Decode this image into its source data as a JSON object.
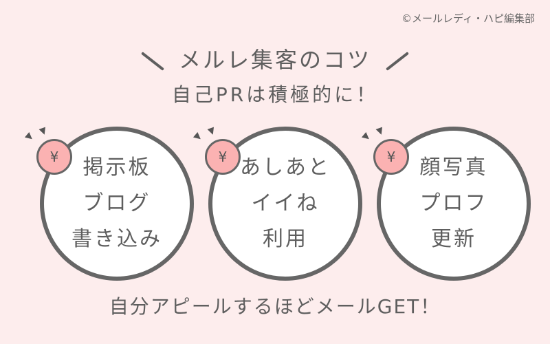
{
  "credit": "©メールレディ・ハピ編集部",
  "title": "メルレ集客のコツ",
  "subtitle": "自己PRは積極的に！",
  "badge_symbol": "¥",
  "cards": [
    {
      "lines": [
        "掲示板",
        "ブログ",
        "書き込み"
      ]
    },
    {
      "lines": [
        "あしあと",
        "イイね",
        "利用"
      ]
    },
    {
      "lines": [
        "顔写真",
        "プロフ",
        "更新"
      ]
    }
  ],
  "footer": "自分アピールするほどメールGET！",
  "colors": {
    "background": "#fdeded",
    "badge": "#fbb2b2",
    "stroke": "#666666"
  }
}
